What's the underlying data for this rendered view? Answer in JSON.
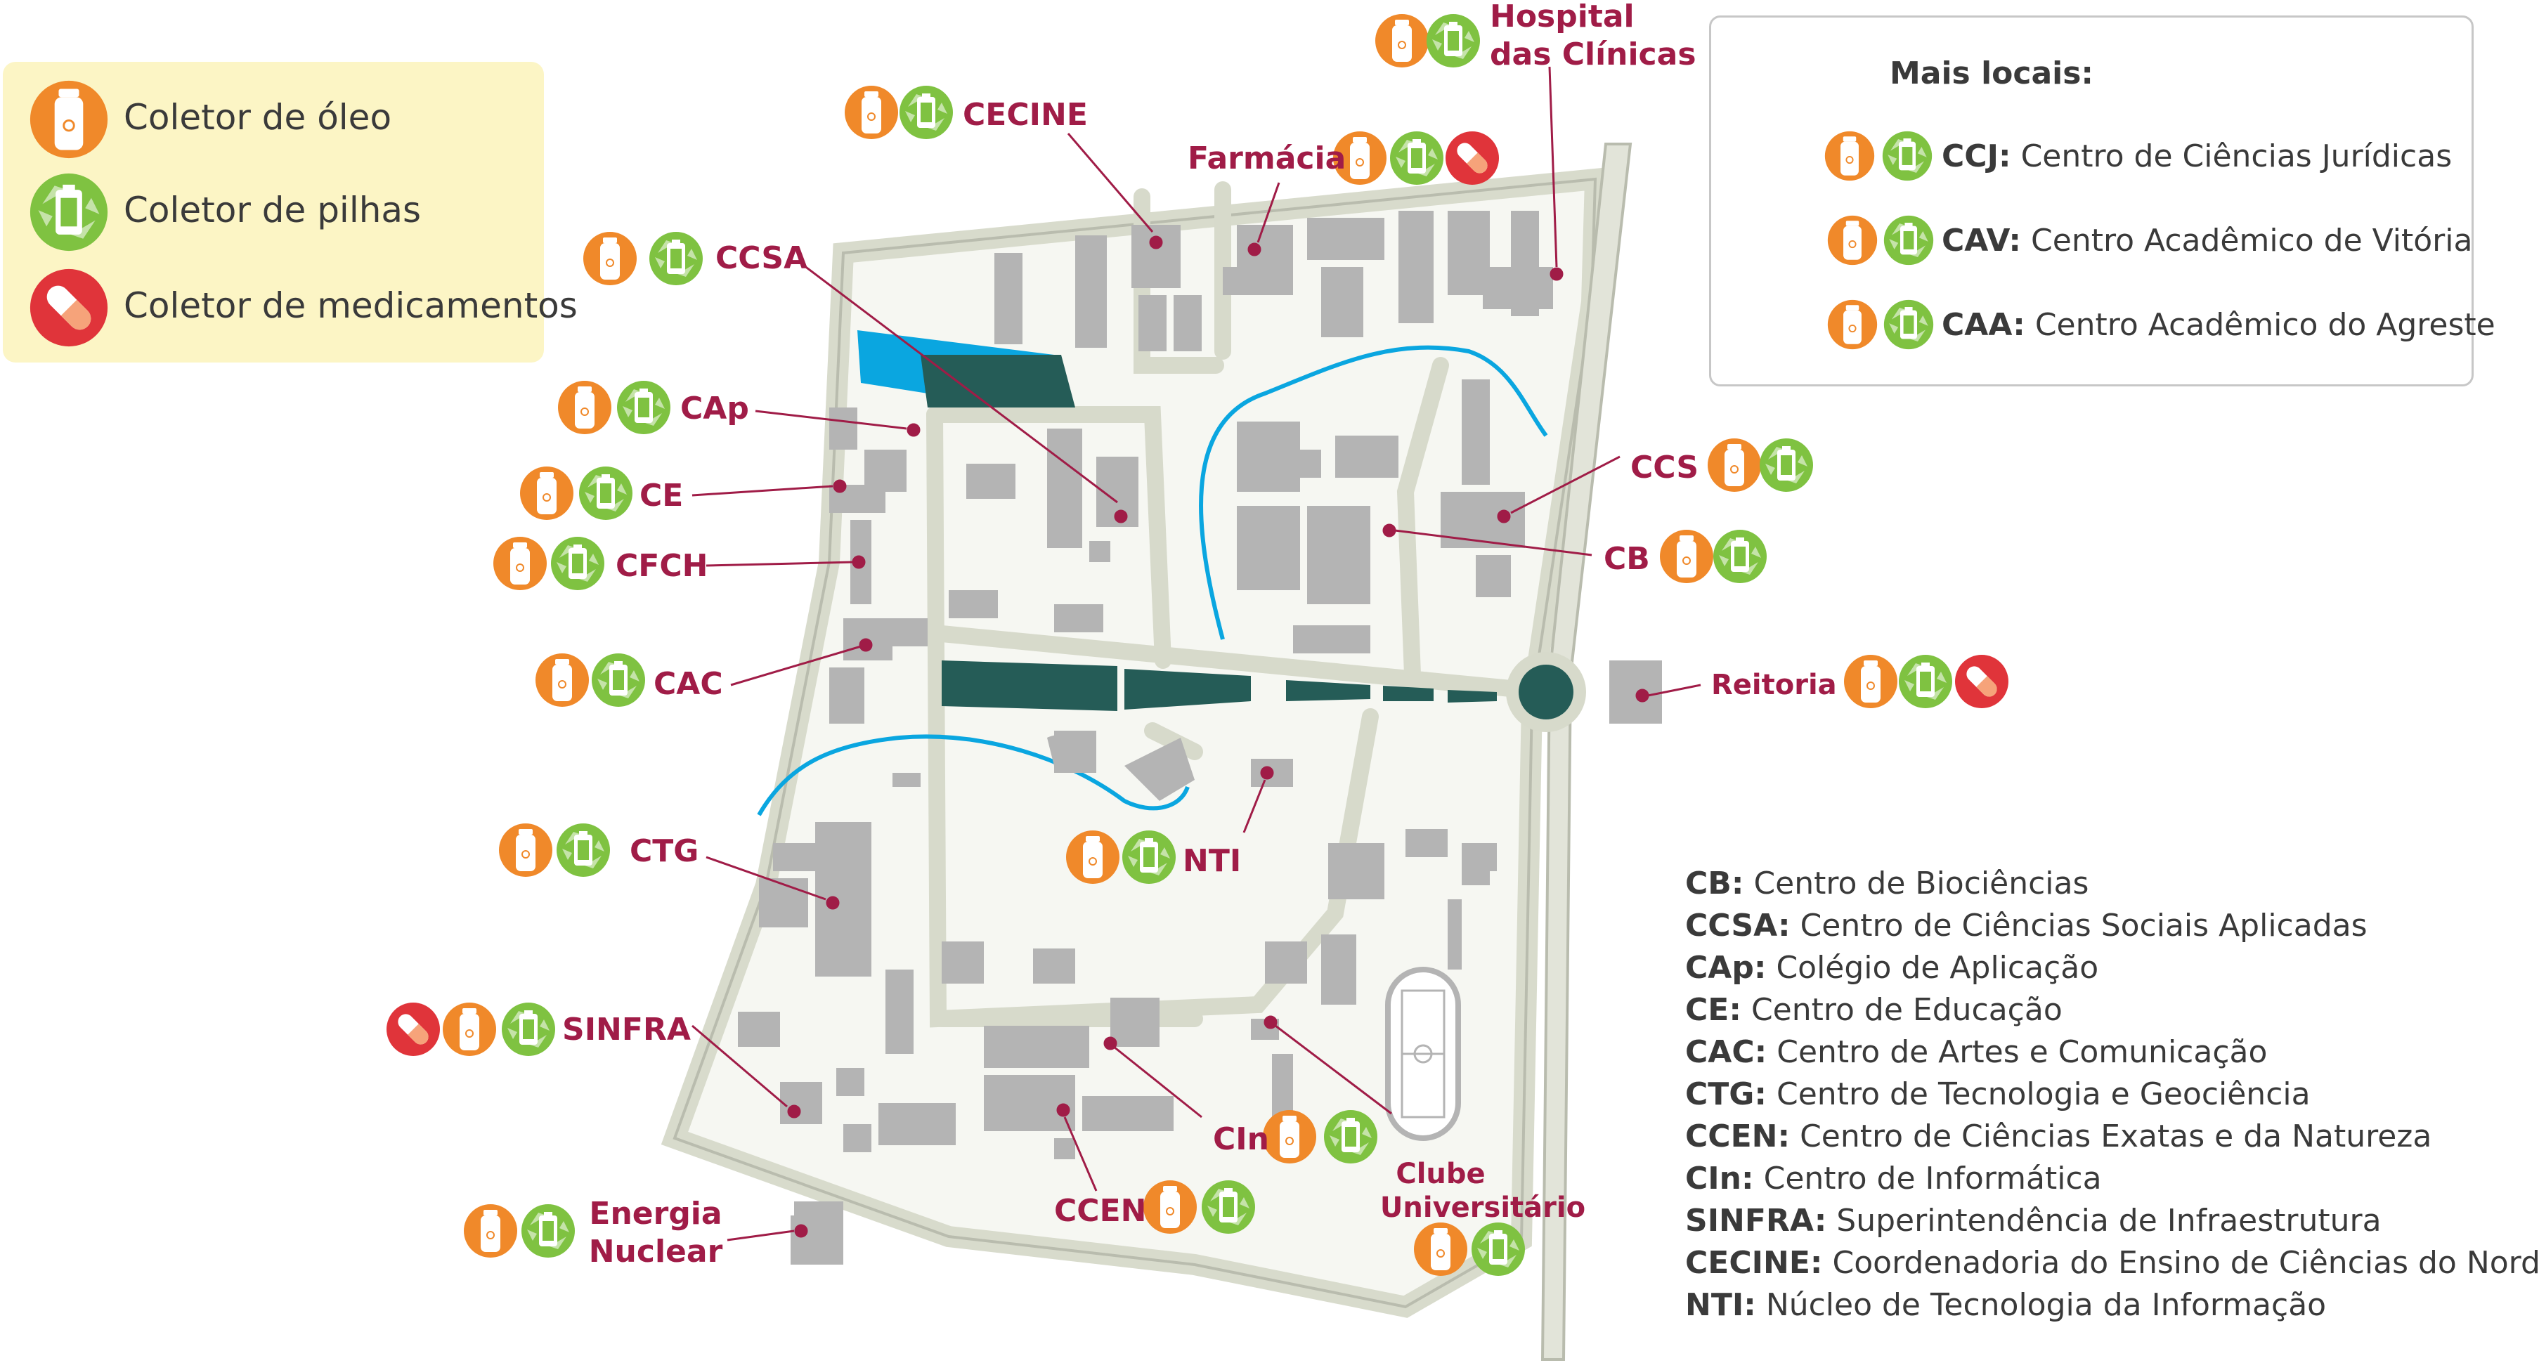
{
  "legend": {
    "items": [
      {
        "icon": "oil-collector-icon",
        "label": "Coletor de óleo",
        "color": "#f0892a"
      },
      {
        "icon": "battery-collector-icon",
        "label": "Coletor de pilhas",
        "color": "#7fc241"
      },
      {
        "icon": "medicine-collector-icon",
        "label": "Coletor de medicamentos",
        "color": "#e0343a"
      }
    ]
  },
  "more_places": {
    "title": "Mais locais:",
    "items": [
      {
        "abbr": "CCJ:",
        "name": "Centro de Ciências Jurídicas",
        "icons": [
          "oil",
          "battery"
        ]
      },
      {
        "abbr": "CAV:",
        "name": "Centro Acadêmico de Vitória",
        "icons": [
          "oil",
          "battery"
        ]
      },
      {
        "abbr": "CAA:",
        "name": "Centro Acadêmico do Agreste",
        "icons": [
          "oil",
          "battery"
        ]
      }
    ]
  },
  "map_labels": {
    "hospital": "Hospital\ndas Clínicas",
    "cecine": "CECINE",
    "farmacia": "Farmácia",
    "ccsa": "CCSA",
    "cap": "CAp",
    "ce": "CE",
    "cfch": "CFCH",
    "cac": "CAC",
    "ctg": "CTG",
    "sinfra": "SINFRA",
    "energia": "Energia\nNuclear",
    "ccen": "CCEN",
    "cin": "CIn",
    "clube": "Clube\nUniversitário",
    "nti": "NTI",
    "ccs": "CCS",
    "cb": "CB",
    "reitoria": "Reitoria"
  },
  "abbreviations": [
    {
      "abbr": "CB:",
      "name": "Centro de Biociências"
    },
    {
      "abbr": "CCSA:",
      "name": "Centro de Ciências Sociais Aplicadas"
    },
    {
      "abbr": "CAp:",
      "name": "Colégio de Aplicação"
    },
    {
      "abbr": "CE:",
      "name": "Centro de Educação"
    },
    {
      "abbr": "CAC:",
      "name": "Centro de Artes e Comunicação"
    },
    {
      "abbr": "CTG:",
      "name": "Centro de Tecnologia e Geociência"
    },
    {
      "abbr": "CCEN:",
      "name": "Centro de Ciências Exatas e da Natureza"
    },
    {
      "abbr": "CIn:",
      "name": "Centro de Informática"
    },
    {
      "abbr": "SINFRA:",
      "name": "Superintendência de Infraestrutura"
    },
    {
      "abbr": "CECINE:",
      "name": "Coordenadoria do Ensino de Ciências do Nordeste"
    },
    {
      "abbr": "NTI:",
      "name": "Núcleo de Tecnologia da Informação"
    }
  ],
  "colors": {
    "label": "#a01c47",
    "road_fill": "#e2e4d9",
    "road_stroke": "#b9bcae",
    "building": "#b4b4b4",
    "water": "#0aa6e0",
    "park": "#255c57",
    "oil": "#f0892a",
    "battery": "#7fc241",
    "medicine": "#e0343a"
  }
}
